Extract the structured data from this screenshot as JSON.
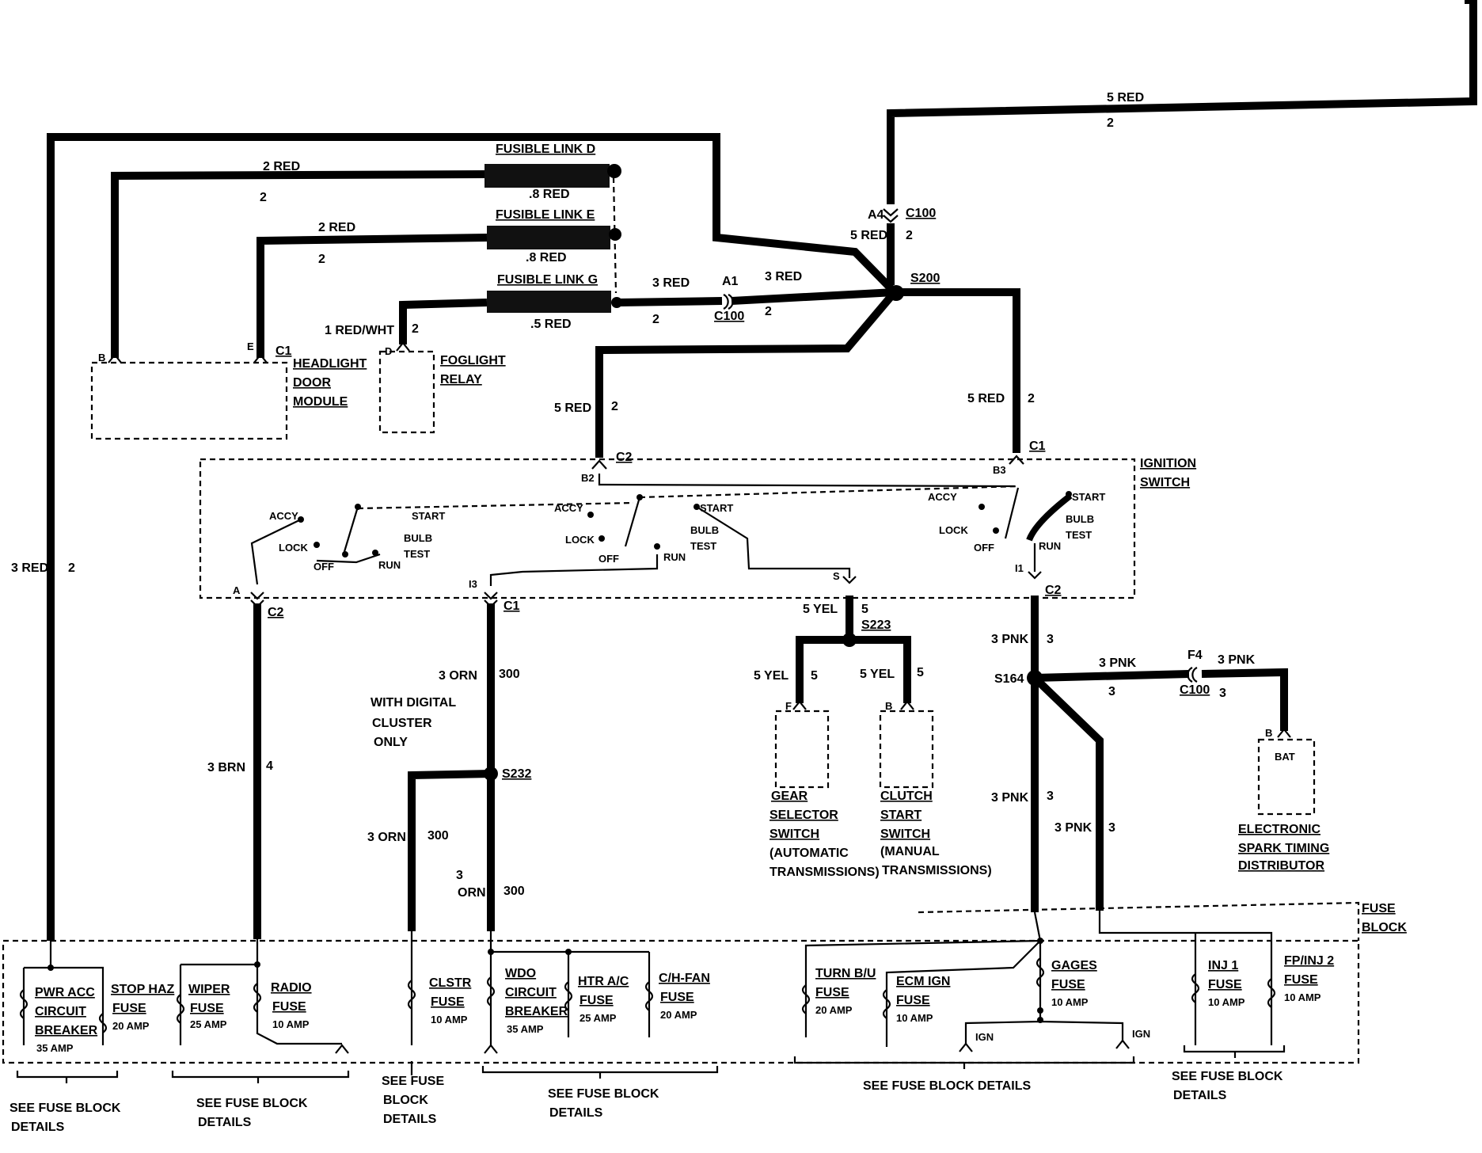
{
  "colors": {
    "ink": "#000000",
    "paper": "#ffffff"
  },
  "top_wire": {
    "label": "5 RED",
    "circuit": "2"
  },
  "left_wire": {
    "label": "3 RED",
    "circuit": "2"
  },
  "fusible_links": [
    {
      "name": "FUSIBLE LINK D",
      "wire": ".8 RED",
      "feed": "2 RED",
      "feed_circuit": "2"
    },
    {
      "name": "FUSIBLE LINK E",
      "wire": ".8 RED",
      "feed": "2 RED",
      "feed_circuit": "2"
    },
    {
      "name": "FUSIBLE LINK G",
      "wire": ".5 RED",
      "feed": "1 RED/WHT",
      "feed_circuit": "2"
    }
  ],
  "link_out": {
    "label": "3 RED",
    "circuit": "2",
    "conn_pin": "A1",
    "conn": "C100",
    "label2": "3 RED",
    "circuit2": "2"
  },
  "c100_top": {
    "pin": "A4",
    "conn": "C100",
    "wire": "5 RED",
    "circuit": "2"
  },
  "splices": {
    "s200": "S200",
    "s223": "S223",
    "s164": "S164",
    "s232": "S232"
  },
  "headlight": {
    "pins": [
      "B",
      "E"
    ],
    "conn": "C1",
    "name": [
      "HEADLIGHT",
      "DOOR",
      "MODULE"
    ]
  },
  "foglight": {
    "pin": "D",
    "name": [
      "FOGLIGHT",
      "RELAY"
    ]
  },
  "ign_feed_left": {
    "wire": "5 RED",
    "circuit": "2",
    "pin": "B2",
    "conn": "C2"
  },
  "ign_feed_right": {
    "wire": "5 RED",
    "circuit": "2",
    "pin": "B3",
    "conn": "C1"
  },
  "ignition_switch": {
    "name": [
      "IGNITION",
      "SWITCH"
    ],
    "positions": {
      "accy": "ACCY",
      "lock": "LOCK",
      "off": "OFF",
      "run": "RUN",
      "start": "START",
      "bulb": "BULB",
      "test": "TEST"
    },
    "out_pins": {
      "a": "A",
      "i3": "I3",
      "s": "S",
      "i1": "I1"
    },
    "out_conns": {
      "a": "C2",
      "i3": "C1",
      "i1": "C2"
    }
  },
  "wires": {
    "brn": {
      "label": "3 BRN",
      "circuit": "4"
    },
    "orn_main": {
      "label": "3 ORN",
      "circuit": "300"
    },
    "orn_branch": {
      "label": "3 ORN",
      "circuit": "300"
    },
    "orn_low": {
      "label_a": "3",
      "label_b": "ORN",
      "circuit": "300"
    },
    "yel_main": {
      "label": "5 YEL",
      "circuit": "5"
    },
    "yel_left": {
      "label": "5 YEL",
      "circuit": "5"
    },
    "yel_right": {
      "label": "5 YEL",
      "circuit": "5"
    },
    "pnk_main": {
      "label": "3 PNK",
      "circuit": "3"
    },
    "pnk_right": {
      "label": "3 PNK",
      "circuit": "3",
      "conn_pin": "F4",
      "conn": "C100",
      "label2": "3 PNK",
      "circuit2": "3"
    },
    "pnk_down_a": {
      "label": "3 PNK",
      "circuit": "3"
    },
    "pnk_down_b": {
      "label": "3 PNK",
      "circuit": "3"
    }
  },
  "digital_note": [
    "WITH DIGITAL",
    "CLUSTER",
    "ONLY"
  ],
  "gear_selector": {
    "pin": "F",
    "name": [
      "GEAR",
      "SELECTOR",
      "SWITCH",
      "(AUTOMATIC",
      "TRANSMISSIONS)"
    ]
  },
  "clutch_switch": {
    "pin": "B",
    "name": [
      "CLUTCH",
      "START",
      "SWITCH",
      "(MANUAL",
      "TRANSMISSIONS)"
    ]
  },
  "distributor": {
    "pin": "B",
    "inner": "BAT",
    "name": [
      "ELECTRONIC",
      "SPARK TIMING",
      "DISTRIBUTOR"
    ]
  },
  "fuse_block": {
    "name": [
      "FUSE",
      "BLOCK"
    ],
    "fuses": [
      {
        "lines": [
          "PWR ACC",
          "CIRCUIT",
          "BREAKER"
        ],
        "rating": "35 AMP"
      },
      {
        "lines": [
          "STOP HAZ",
          "FUSE"
        ],
        "rating": "20 AMP"
      },
      {
        "lines": [
          "WIPER",
          "FUSE"
        ],
        "rating": "25 AMP"
      },
      {
        "lines": [
          "RADIO",
          "FUSE"
        ],
        "rating": "10 AMP"
      },
      {
        "lines": [
          "CLSTR",
          "FUSE"
        ],
        "rating": "10 AMP"
      },
      {
        "lines": [
          "WDO",
          "CIRCUIT",
          "BREAKER"
        ],
        "rating": "35 AMP"
      },
      {
        "lines": [
          "HTR A/C",
          "FUSE"
        ],
        "rating": "25 AMP"
      },
      {
        "lines": [
          "C/H-FAN",
          "FUSE"
        ],
        "rating": "20 AMP"
      },
      {
        "lines": [
          "TURN B/U",
          "FUSE"
        ],
        "rating": "20 AMP"
      },
      {
        "lines": [
          "ECM IGN",
          "FUSE"
        ],
        "rating": "10 AMP"
      },
      {
        "lines": [
          "GAGES",
          "FUSE"
        ],
        "rating": "10 AMP"
      },
      {
        "lines": [
          "INJ 1",
          "FUSE"
        ],
        "rating": "10 AMP"
      },
      {
        "lines": [
          "FP/INJ 2",
          "FUSE"
        ],
        "rating": "10 AMP"
      }
    ],
    "ign_labels": [
      "IGN",
      "IGN"
    ]
  },
  "see_details": [
    {
      "lines": [
        "SEE FUSE BLOCK",
        "DETAILS"
      ]
    },
    {
      "lines": [
        "SEE FUSE BLOCK",
        "DETAILS"
      ]
    },
    {
      "lines": [
        "SEE FUSE",
        "BLOCK",
        "DETAILS"
      ]
    },
    {
      "lines": [
        "SEE FUSE BLOCK",
        "DETAILS"
      ]
    },
    {
      "lines": [
        "SEE FUSE BLOCK DETAILS"
      ]
    },
    {
      "lines": [
        "SEE FUSE BLOCK",
        "DETAILS"
      ]
    }
  ]
}
